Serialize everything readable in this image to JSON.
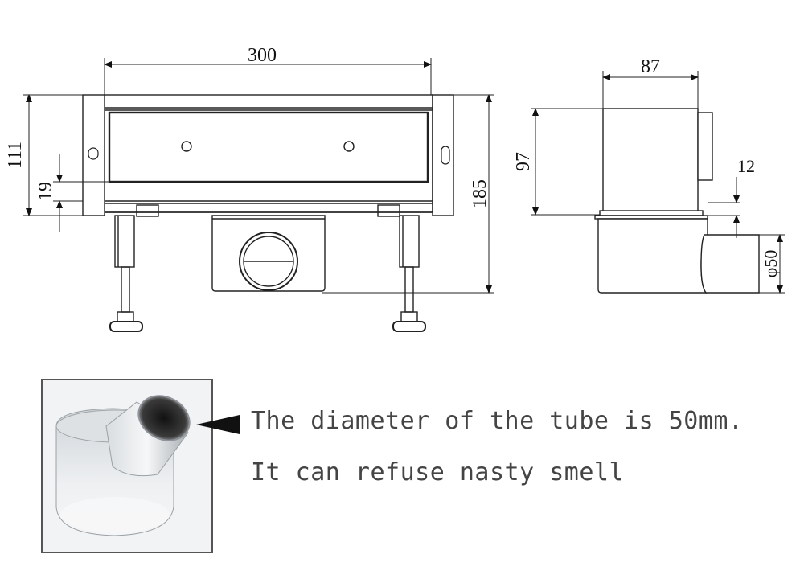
{
  "front_view": {
    "dim_width": "300",
    "dim_total_height": "111",
    "dim_base_height": "19",
    "dim_overall_height": "185"
  },
  "side_view": {
    "dim_depth": "87",
    "dim_height": "97",
    "dim_outlet_offset": "12",
    "dim_diameter": "φ50"
  },
  "captions": {
    "line1": "The diameter of the tube is 50mm.",
    "line2": "It can refuse nasty smell"
  },
  "colors": {
    "line": "#222222",
    "text": "#444444"
  }
}
